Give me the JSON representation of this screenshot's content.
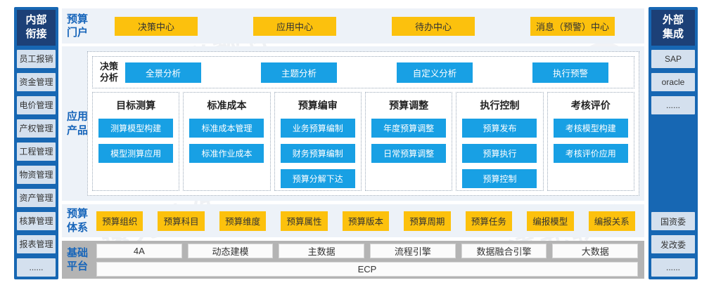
{
  "colors": {
    "sidebar_blue": "#1767b3",
    "sidebar_header_navy": "#1c4077",
    "sidebar_item_bg": "#d4e0ee",
    "section_bg": "#edf2f8",
    "yellow": "#fcc10d",
    "blue_button": "#18a0e4",
    "label_blue": "#1765ba",
    "platform_gray": "#b4b4b4"
  },
  "watermark": {
    "text": "遠光軟件"
  },
  "left_sidebar": {
    "title": "内部\n衔接",
    "items": [
      "员工报销",
      "资金管理",
      "电价管理",
      "产权管理",
      "工程管理",
      "物资管理",
      "资产管理",
      "核算管理",
      "报表管理",
      "......"
    ]
  },
  "right_sidebar": {
    "title": "外部\n集成",
    "top_items": [
      "SAP",
      "oracle",
      "......"
    ],
    "bottom_items": [
      "国资委",
      "发改委",
      "......"
    ]
  },
  "portal": {
    "label": "预算\n门户",
    "items": [
      "决策中心",
      "应用中心",
      "待办中心",
      "消息（预警）中心"
    ]
  },
  "apps": {
    "label": "应用\n产品",
    "decision": {
      "label": "决策\n分析",
      "items": [
        "全景分析",
        "主题分析",
        "自定义分析",
        "执行预警"
      ]
    },
    "columns": [
      {
        "title": "目标测算",
        "items": [
          "测算模型构建",
          "模型测算应用"
        ]
      },
      {
        "title": "标准成本",
        "items": [
          "标准成本管理",
          "标准作业成本"
        ]
      },
      {
        "title": "预算编审",
        "items": [
          "业务预算编制",
          "财务预算编制",
          "预算分解下达"
        ]
      },
      {
        "title": "预算调整",
        "items": [
          "年度预算调整",
          "日常预算调整"
        ]
      },
      {
        "title": "执行控制",
        "items": [
          "预算发布",
          "预算执行",
          "预算控制"
        ]
      },
      {
        "title": "考核评价",
        "items": [
          "考核模型构建",
          "考核评价应用"
        ]
      }
    ]
  },
  "system": {
    "label": "预算\n体系",
    "items": [
      "预算组织",
      "预算科目",
      "预算维度",
      "预算属性",
      "预算版本",
      "预算周期",
      "预算任务",
      "编报模型",
      "编报关系"
    ]
  },
  "platform": {
    "label": "基础\n平台",
    "items": [
      "4A",
      "动态建模",
      "主数据",
      "流程引擎",
      "数据融合引擎",
      "大数据"
    ],
    "base": "ECP"
  }
}
